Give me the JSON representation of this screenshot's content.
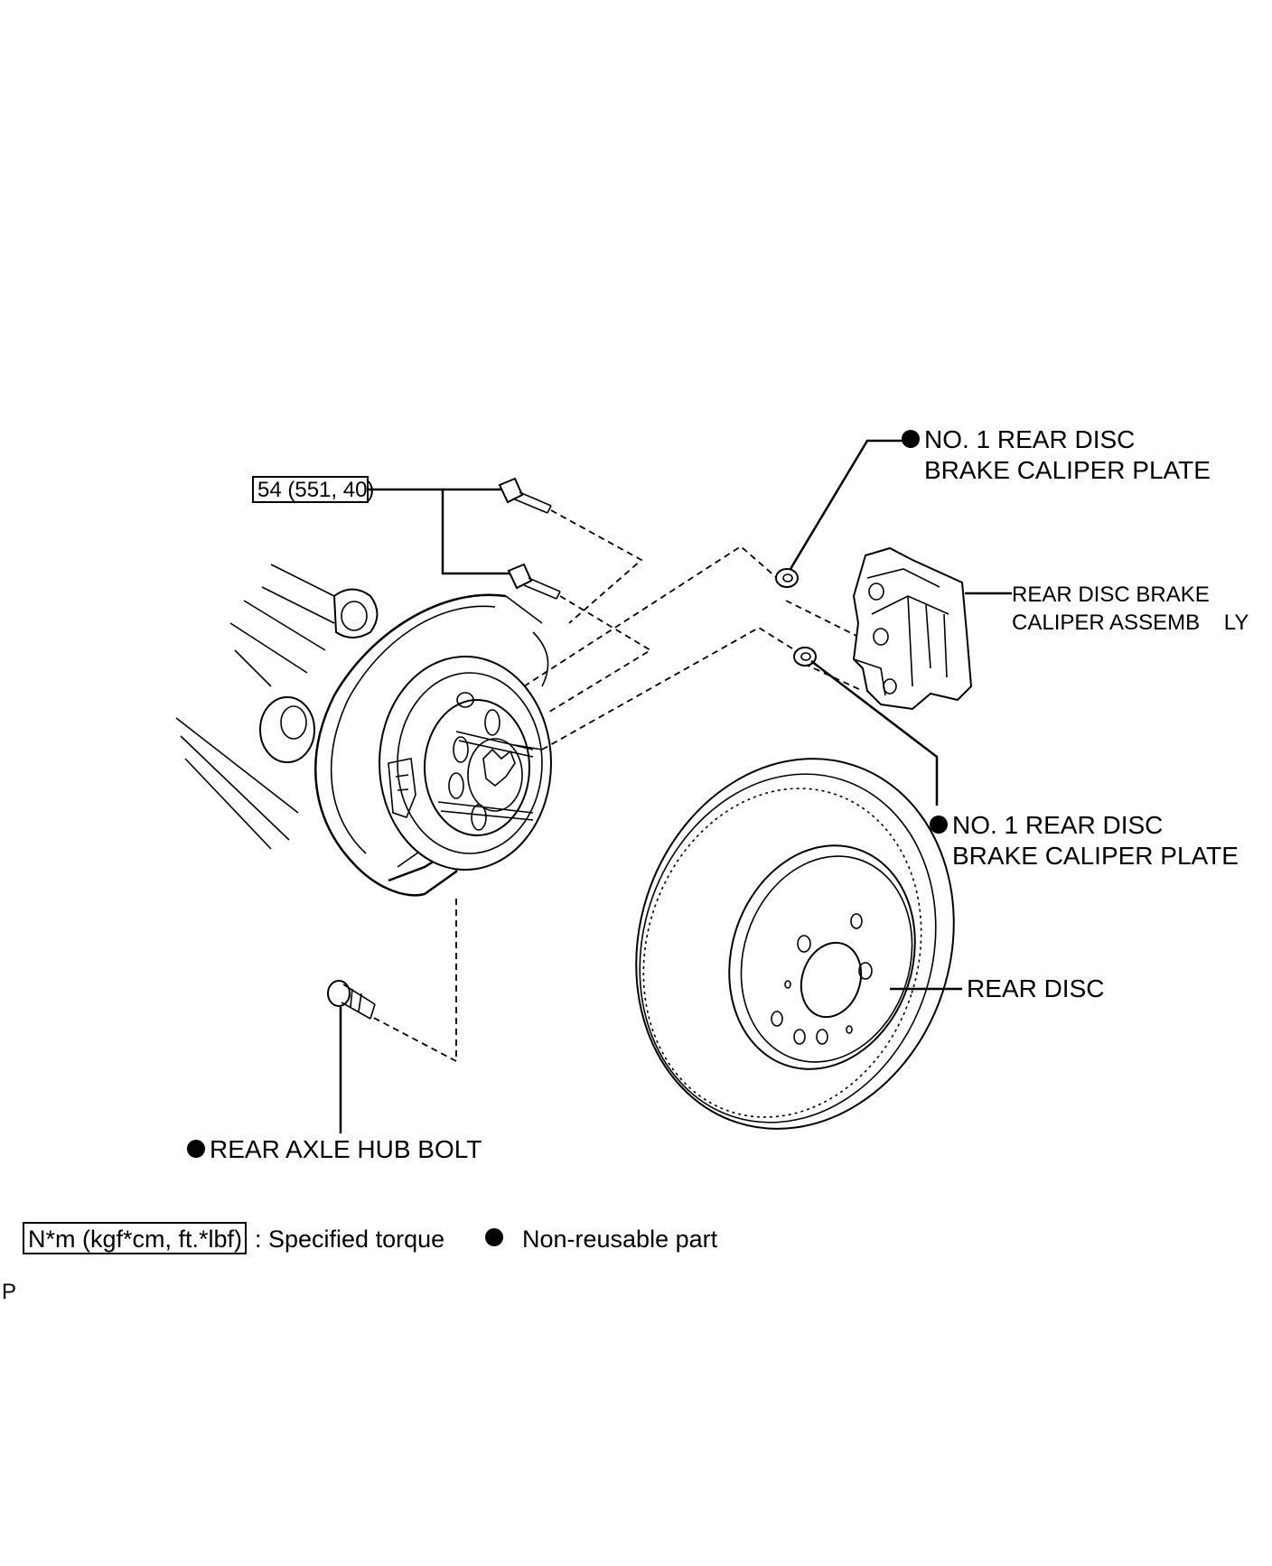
{
  "labels": {
    "plate_top_line1": "NO. 1 REAR DISC",
    "plate_top_line2": "BRAKE CALIPER PLATE",
    "caliper_line1": "REAR DISC BRAKE",
    "caliper_line2": "CALIPER ASSEMB    LY",
    "plate_bottom_line1": "NO. 1 REAR DISC",
    "plate_bottom_line2": "BRAKE CALIPER PLATE",
    "rear_disc": "REAR DISC",
    "hub_bolt": "REAR AXLE HUB BOLT",
    "torque_value": "54 (551, 40)"
  },
  "legend": {
    "torque_unit": "N*m (kgf*cm, ft.*lbf)",
    "torque_desc": ": Specified torque",
    "nonreusable_desc": "Non-reusable part"
  },
  "corner_mark": "P",
  "icons": {
    "non_reusable": "filled-circle-icon"
  }
}
